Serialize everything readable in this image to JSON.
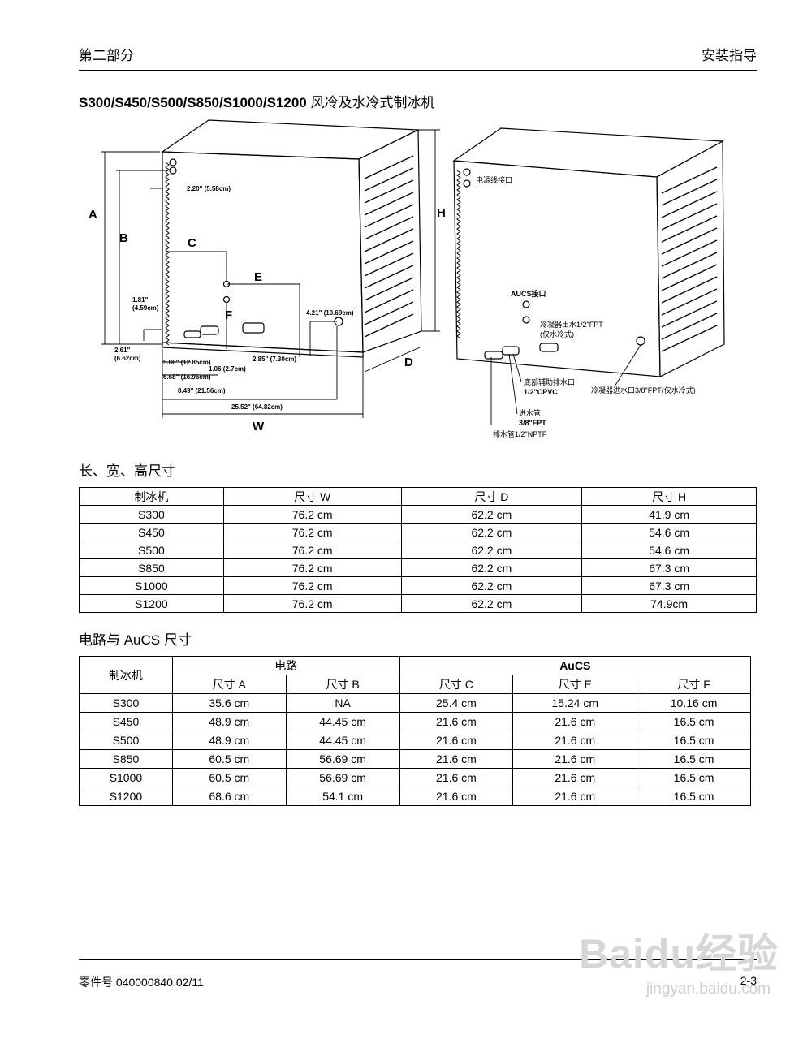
{
  "header": {
    "left": "第二部分",
    "right": "安装指导"
  },
  "title": {
    "models": "S300/S450/S500/S850/S1000/S1200",
    "desc": " 风冷及水冷式制冰机"
  },
  "diagram": {
    "letters": {
      "A": "A",
      "B": "B",
      "C": "C",
      "E": "E",
      "F": "F",
      "H": "H",
      "D": "D",
      "W": "W"
    },
    "dims": {
      "d220": "2.20\" (5.58cm)",
      "d181a": "1.81\"",
      "d181b": "(4.59cm)",
      "d261a": "2.61\"",
      "d261b": "(6.62cm)",
      "d506": "5.06\" (12.85cm)",
      "d106": "1.06 (2.7cm)",
      "d668": "6.68\" (16.96cm)",
      "d849": "8.49\" (21.56cm)",
      "d285": "2.85\" (7.30cm)",
      "d421": "4.21\" (10.69cm)",
      "d2552": "25.52\" (64.82cm)"
    },
    "labels": {
      "power": "电源线接口",
      "aucs": "AUCS接口",
      "cond_out1": "冷凝器出水1/2\"FPT",
      "cond_out2": "(仅水冷式)",
      "drain_aux1": "底部辅助排水口",
      "drain_aux2": "1/2\"CPVC",
      "inlet1": "进水管",
      "inlet2": "3/8\"FPT",
      "drain": "排水管1/2\"NPTF",
      "cond_in": "冷凝器进水口3/8\"FPT(仅水冷式)"
    }
  },
  "table1": {
    "heading": "长、宽、高尺寸",
    "columns": [
      "制冰机",
      "尺寸 W",
      "尺寸 D",
      "尺寸 H"
    ],
    "rows": [
      [
        "S300",
        "76.2 cm",
        "62.2 cm",
        "41.9 cm"
      ],
      [
        "S450",
        "76.2 cm",
        "62.2 cm",
        "54.6 cm"
      ],
      [
        "S500",
        "76.2 cm",
        "62.2 cm",
        "54.6 cm"
      ],
      [
        "S850",
        "76.2 cm",
        "62.2 cm",
        "67.3 cm"
      ],
      [
        "S1000",
        "76.2 cm",
        "62.2 cm",
        "67.3 cm"
      ],
      [
        "S1200",
        "76.2 cm",
        "62.2 cm",
        "74.9cm"
      ]
    ]
  },
  "table2": {
    "heading": "电路与 AuCS 尺寸",
    "col0": "制冰机",
    "group1": "电路",
    "group2": "AuCS",
    "subcols": [
      "尺寸 A",
      "尺寸 B",
      "尺寸 C",
      "尺寸 E",
      "尺寸 F"
    ],
    "rows": [
      [
        "S300",
        "35.6 cm",
        "NA",
        "25.4 cm",
        "15.24 cm",
        "10.16 cm"
      ],
      [
        "S450",
        "48.9 cm",
        "44.45 cm",
        "21.6 cm",
        "21.6 cm",
        "16.5 cm"
      ],
      [
        "S500",
        "48.9 cm",
        "44.45 cm",
        "21.6 cm",
        "21.6 cm",
        "16.5 cm"
      ],
      [
        "S850",
        "60.5 cm",
        "56.69 cm",
        "21.6 cm",
        "21.6 cm",
        "16.5 cm"
      ],
      [
        "S1000",
        "60.5 cm",
        "56.69 cm",
        "21.6 cm",
        "21.6 cm",
        "16.5 cm"
      ],
      [
        "S1200",
        "68.6 cm",
        "54.1 cm",
        "21.6 cm",
        "21.6 cm",
        "16.5 cm"
      ]
    ]
  },
  "footer": {
    "left": "零件号 040000840 02/11",
    "right": "2-3"
  },
  "watermark": {
    "logo": "Baidu经验",
    "url": "jingyan.baidu.com"
  }
}
